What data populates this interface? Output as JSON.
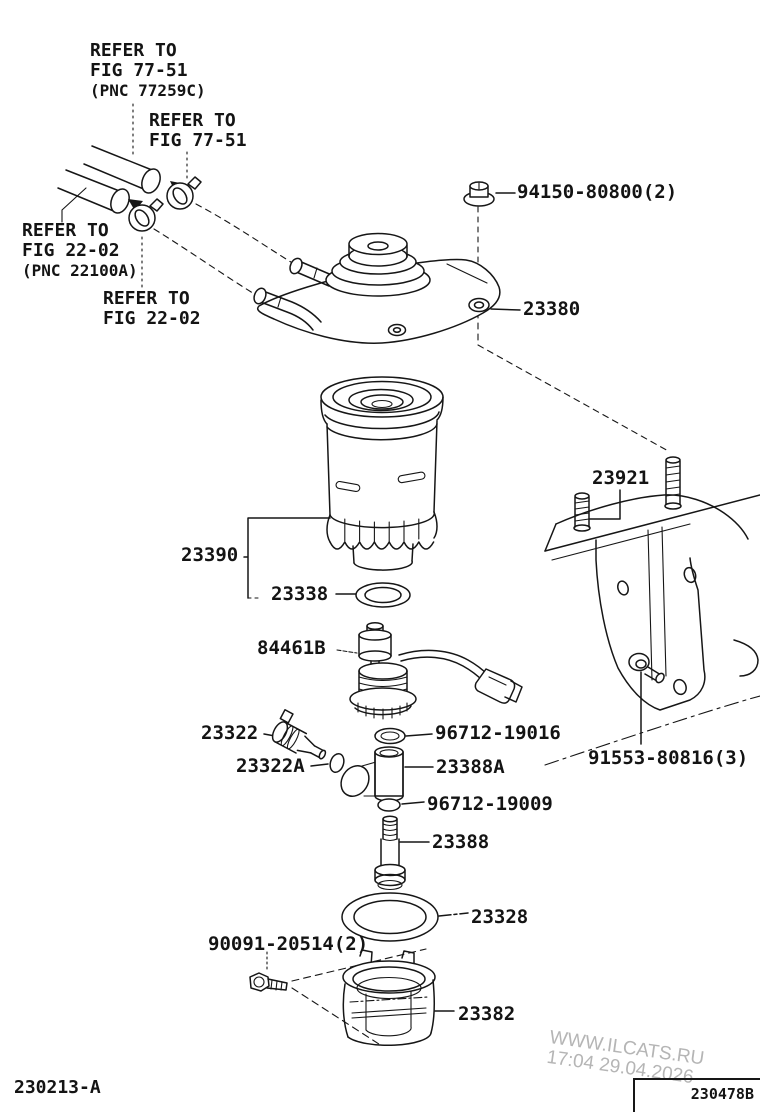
{
  "page": {
    "diagram_code": "230213-A",
    "sheet_code": "230478B",
    "watermark_line1": "WWW.ILCATS.RU",
    "watermark_line2": "17:04 29.04.2026"
  },
  "colors": {
    "line": "#161616",
    "text": "#141414",
    "watermark": "#b5b5b5",
    "background": "#ffffff"
  },
  "notes": [
    {
      "lines": [
        "REFER TO",
        "FIG 77-51",
        "(PNC 77259C)"
      ]
    },
    {
      "lines": [
        "REFER TO",
        "FIG 77-51"
      ]
    },
    {
      "lines": [
        "REFER TO",
        "FIG 22-02",
        "(PNC 22100A)"
      ]
    },
    {
      "lines": [
        "REFER TO",
        "FIG 22-02"
      ]
    }
  ],
  "labels": [
    {
      "part": "94150-80800",
      "text": "94150-80800(2)"
    },
    {
      "part": "23380",
      "text": "23380"
    },
    {
      "part": "23921",
      "text": "23921"
    },
    {
      "part": "23390",
      "text": "23390"
    },
    {
      "part": "23338",
      "text": "23338"
    },
    {
      "part": "84461B",
      "text": "84461B"
    },
    {
      "part": "23322",
      "text": "23322"
    },
    {
      "part": "96712-19016",
      "text": "96712-19016"
    },
    {
      "part": "23322A",
      "text": "23322A"
    },
    {
      "part": "23388A",
      "text": "23388A"
    },
    {
      "part": "96712-19009",
      "text": "96712-19009"
    },
    {
      "part": "23388",
      "text": "23388"
    },
    {
      "part": "23328",
      "text": "23328"
    },
    {
      "part": "90091-20514",
      "text": "90091-20514(2)"
    },
    {
      "part": "23382",
      "text": "23382"
    },
    {
      "part": "91553-80816",
      "text": "91553-80816(3)"
    }
  ]
}
